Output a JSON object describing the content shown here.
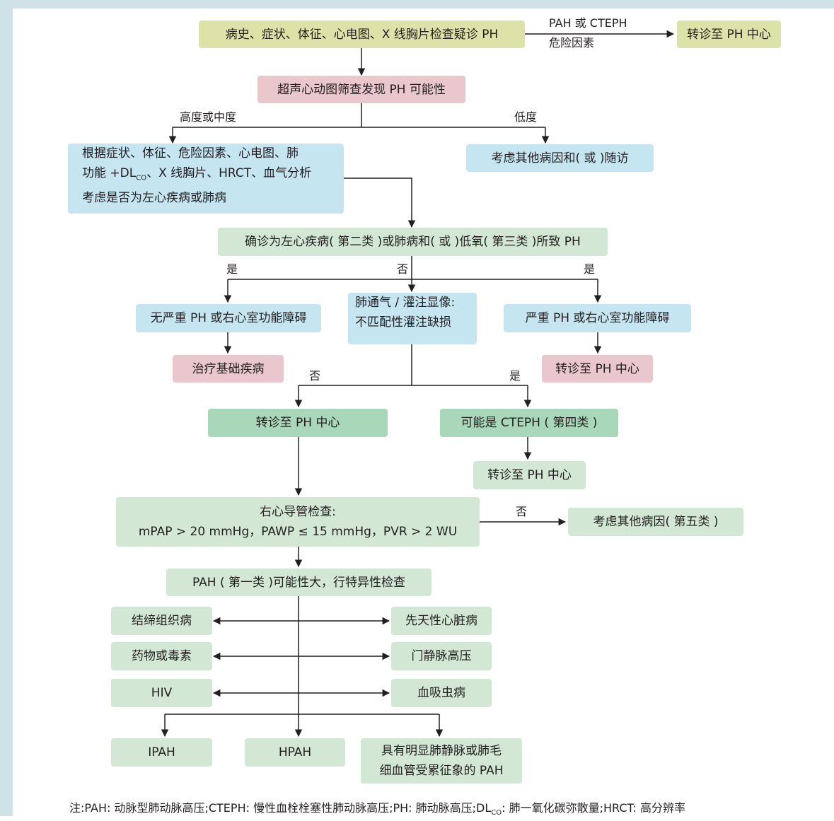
{
  "colors": {
    "yellow": "#dde3a8",
    "pink": "#e9c7cd",
    "blue": "#c5e5f1",
    "light_green": "#d2e8d4",
    "green": "#a8d8b9",
    "frame": "#cfe2e8",
    "line": "#231f20"
  },
  "nodes": {
    "history": "病史、症状、体征、心电图、X 线胸片检查疑诊 PH",
    "refer_top": "转诊至 PH 中心",
    "echo": "超声心动图筛查发现 PH 可能性",
    "assess_line1": "根据症状、体征、危险因素、心电图、肺",
    "assess_line2_pre": "功能 +DL",
    "assess_line2_sub": "CO",
    "assess_line2_post": "、X 线胸片、HRCT、血气分析",
    "assess_line3": "考虑是否为左心疾病或肺病",
    "other_followup": "考虑其他病因和( 或 )随访",
    "confirm": "确诊为左心疾病( 第二类 )或肺病和( 或 )低氧( 第三类 )所致 PH",
    "no_severe": "无严重 PH 或右心室功能障碍",
    "vq_line1": "肺通气 / 灌注显像:",
    "vq_line2": "不匹配性灌注缺损",
    "severe": "严重 PH 或右心室功能障碍",
    "treat_underlying": "治疗基础疾病",
    "refer_severe": "转诊至 PH 中心",
    "refer_center_left": "转诊至 PH 中心",
    "possible_cteph": "可能是 CTEPH ( 第四类 )",
    "refer_cteph": "转诊至 PH 中心",
    "rhc_line1": "右心导管检查:",
    "rhc_line2": "mPAP > 20 mmHg，PAWP ≤ 15 mmHg，PVR > 2 WU",
    "other_fifth": "考虑其他病因( 第五类 )",
    "pah_likely": "PAH ( 第一类 )可能性大，行特异性检查",
    "ctd": "结缔组织病",
    "chd": "先天性心脏病",
    "drugs": "药物或毒素",
    "portal": "门静脉高压",
    "hiv": "HIV",
    "schisto": "血吸虫病",
    "ipah": "IPAH",
    "hpah": "HPAH",
    "pvod_line1": "具有明显肺静脉或肺毛",
    "pvod_line2": "细血管受累征象的 PAH"
  },
  "labels": {
    "pah_cteph_risk_1": "PAH 或 CTEPH",
    "pah_cteph_risk_2": "危险因素",
    "high_mid": "高度或中度",
    "low": "低度",
    "yes_left": "是",
    "no_mid": "否",
    "yes_right": "是",
    "no_vq": "否",
    "yes_vq": "是",
    "no_rhc": "否"
  },
  "footnote": {
    "pre": "注:PAH: 动脉型肺动脉高压;CTEPH: 慢性血栓栓塞性肺动脉高压;PH: 肺动脉高压;DL",
    "sub": "CO",
    "post": ": 肺一氧化碳弥散量;HRCT: 高分辨率"
  }
}
